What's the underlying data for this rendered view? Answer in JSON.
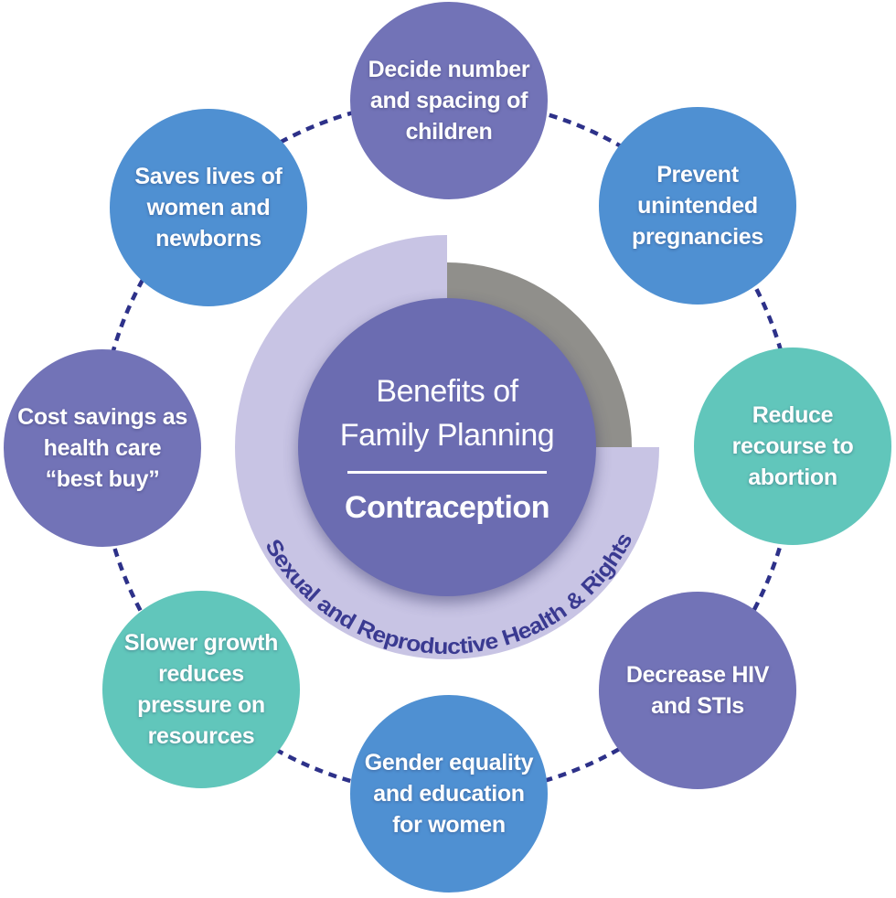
{
  "diagram": {
    "center": {
      "title_line1": "Benefits of",
      "title_line2": "Family Planning",
      "subtitle": "Contraception"
    },
    "ring": {
      "label": "Sexual and Reproductive Health & Rights"
    },
    "benefits": [
      {
        "id": "decide-number-spacing",
        "color_key": "purple",
        "lines": [
          "Decide number",
          "and spacing of",
          "children"
        ]
      },
      {
        "id": "prevent-unintended-pregnancies",
        "color_key": "blue",
        "lines": [
          "Prevent",
          "unintended",
          "pregnancies"
        ]
      },
      {
        "id": "reduce-recourse-abortion",
        "color_key": "teal",
        "lines": [
          "Reduce",
          "recourse to",
          "abortion"
        ]
      },
      {
        "id": "decrease-hiv-stis",
        "color_key": "purple",
        "lines": [
          "Decrease HIV",
          "and STIs"
        ]
      },
      {
        "id": "gender-equality-education",
        "color_key": "blue",
        "lines": [
          "Gender equality",
          "and education",
          "for women"
        ]
      },
      {
        "id": "slower-growth-resources",
        "color_key": "teal",
        "lines": [
          "Slower growth",
          "reduces",
          "pressure on",
          "resources"
        ]
      },
      {
        "id": "cost-savings-best-buy",
        "color_key": "purple",
        "lines": [
          "Cost savings as",
          "health care",
          "“best buy”"
        ]
      },
      {
        "id": "saves-lives-women-newborns",
        "color_key": "blue",
        "lines": [
          "Saves lives of",
          "women and",
          "newborns"
        ]
      }
    ],
    "colors": {
      "purple": "#7273b7",
      "blue": "#4f90d2",
      "teal": "#61c6bb",
      "center_purple": "#6b6cb1",
      "ring_lavender": "#c8c4e4",
      "ring_gray": "#908f8b",
      "ring_text": "#3a3a91",
      "dash": "#2d3189",
      "text_white": "#ffffff"
    }
  }
}
